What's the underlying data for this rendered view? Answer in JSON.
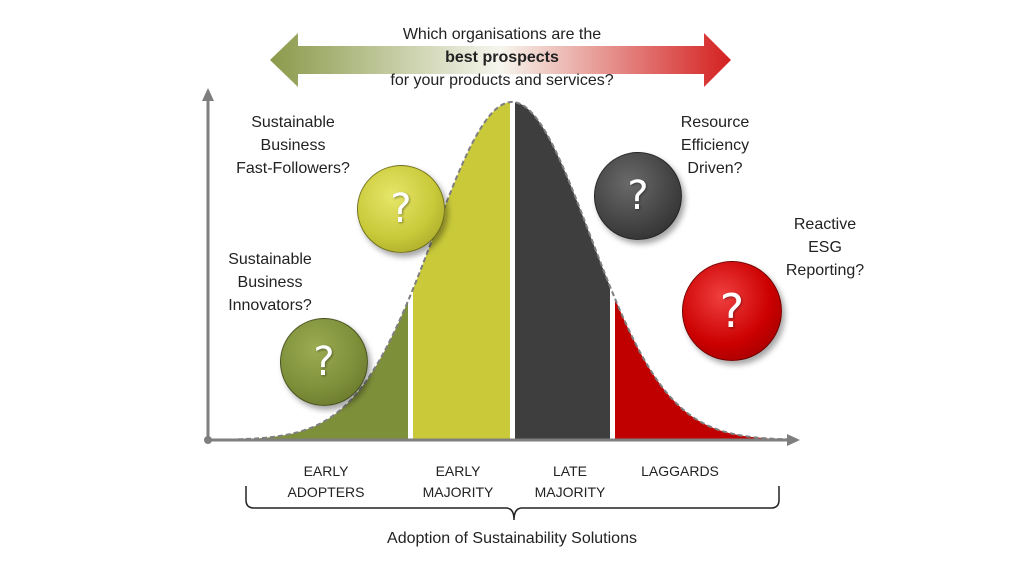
{
  "header": {
    "line1": "Which organisations are the",
    "line2": "best prospects",
    "line3": "for your products and services?"
  },
  "segments": [
    {
      "id": "early-adopters",
      "line1": "EARLY",
      "line2": "ADOPTERS",
      "color": "#7E8F3A"
    },
    {
      "id": "early-majority",
      "line1": "EARLY",
      "line2": "MAJORITY",
      "color": "#C9C93A"
    },
    {
      "id": "late-majority",
      "line1": "LATE",
      "line2": "MAJORITY",
      "color": "#3E3E3E"
    },
    {
      "id": "laggards",
      "line1": "LAGGARDS",
      "line2": "",
      "color": "#C00000"
    }
  ],
  "callouts": {
    "innovators": [
      "Sustainable",
      "Business",
      "Innovators?"
    ],
    "fast_followers": [
      "Sustainable",
      "Business",
      "Fast-Followers?"
    ],
    "resource": [
      "Resource",
      "Efficiency",
      "Driven?"
    ],
    "reactive": [
      "Reactive",
      "ESG",
      "Reporting?"
    ]
  },
  "question_mark": "?",
  "x_axis_label": "Adoption of Sustainability Solutions",
  "colors": {
    "arrow_left": "#8A9A4A",
    "arrow_right": "#D42020",
    "axis": "#7F7F7F"
  }
}
